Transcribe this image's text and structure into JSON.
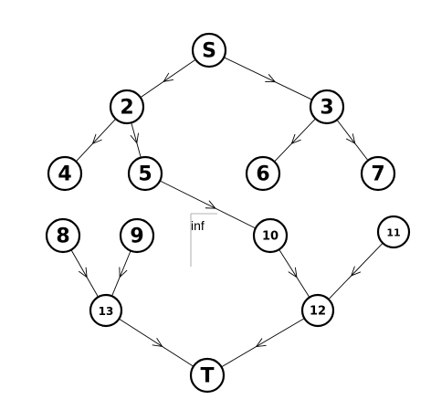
{
  "diagram": {
    "nodes": [
      {
        "id": "S",
        "label": "S"
      },
      {
        "id": "2",
        "label": "2"
      },
      {
        "id": "3",
        "label": "3"
      },
      {
        "id": "4",
        "label": "4"
      },
      {
        "id": "5",
        "label": "5"
      },
      {
        "id": "6",
        "label": "6"
      },
      {
        "id": "7",
        "label": "7"
      },
      {
        "id": "8",
        "label": "8"
      },
      {
        "id": "9",
        "label": "9"
      },
      {
        "id": "10",
        "label": "10"
      },
      {
        "id": "11",
        "label": "11"
      },
      {
        "id": "12",
        "label": "12"
      },
      {
        "id": "13",
        "label": "13"
      },
      {
        "id": "T",
        "label": "T"
      }
    ],
    "edges": [
      {
        "from": "S",
        "to": "2"
      },
      {
        "from": "S",
        "to": "3"
      },
      {
        "from": "2",
        "to": "4"
      },
      {
        "from": "2",
        "to": "5"
      },
      {
        "from": "3",
        "to": "6"
      },
      {
        "from": "3",
        "to": "7"
      },
      {
        "from": "5",
        "to": "10"
      },
      {
        "from": "8",
        "to": "13"
      },
      {
        "from": "9",
        "to": "13"
      },
      {
        "from": "10",
        "to": "12"
      },
      {
        "from": "11",
        "to": "12"
      },
      {
        "from": "13",
        "to": "T"
      },
      {
        "from": "12",
        "to": "T"
      }
    ],
    "annotation": {
      "text": "inf"
    },
    "colors": {
      "stroke": "#000000",
      "background": "#ffffff",
      "annotation_rule": "#9a9a9a"
    }
  }
}
